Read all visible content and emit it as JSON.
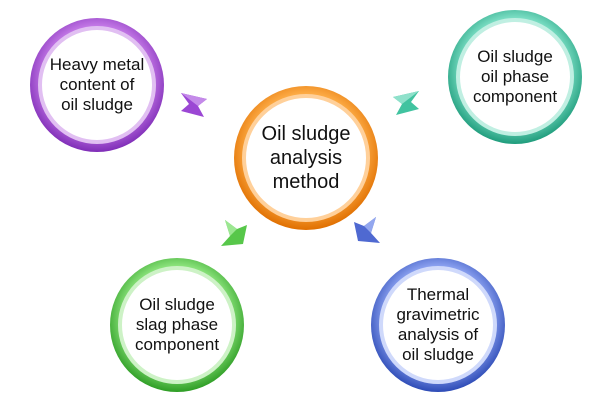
{
  "diagram": {
    "center": {
      "lines": [
        "Oil sludge",
        "analysis",
        "method"
      ],
      "color": "#f58a16"
    },
    "nodes": {
      "heavy_metal": {
        "lines": [
          "Heavy metal",
          "content of",
          "oil sludge"
        ],
        "color": "#9a3fd1"
      },
      "oil_phase": {
        "lines": [
          "Oil sludge",
          "oil phase",
          "component"
        ],
        "color": "#2fb593"
      },
      "slag_phase": {
        "lines": [
          "Oil sludge",
          "slag phase",
          "component"
        ],
        "color": "#43c63a"
      },
      "thermal": {
        "lines": [
          "Thermal",
          "gravimetric",
          "analysis of",
          "oil sludge"
        ],
        "color": "#4464d1"
      }
    },
    "connector_colors": {
      "heavy_metal": "#9b47d4",
      "oil_phase": "#41c3a0",
      "slag_phase": "#57c74a",
      "thermal": "#4f69d1"
    }
  }
}
